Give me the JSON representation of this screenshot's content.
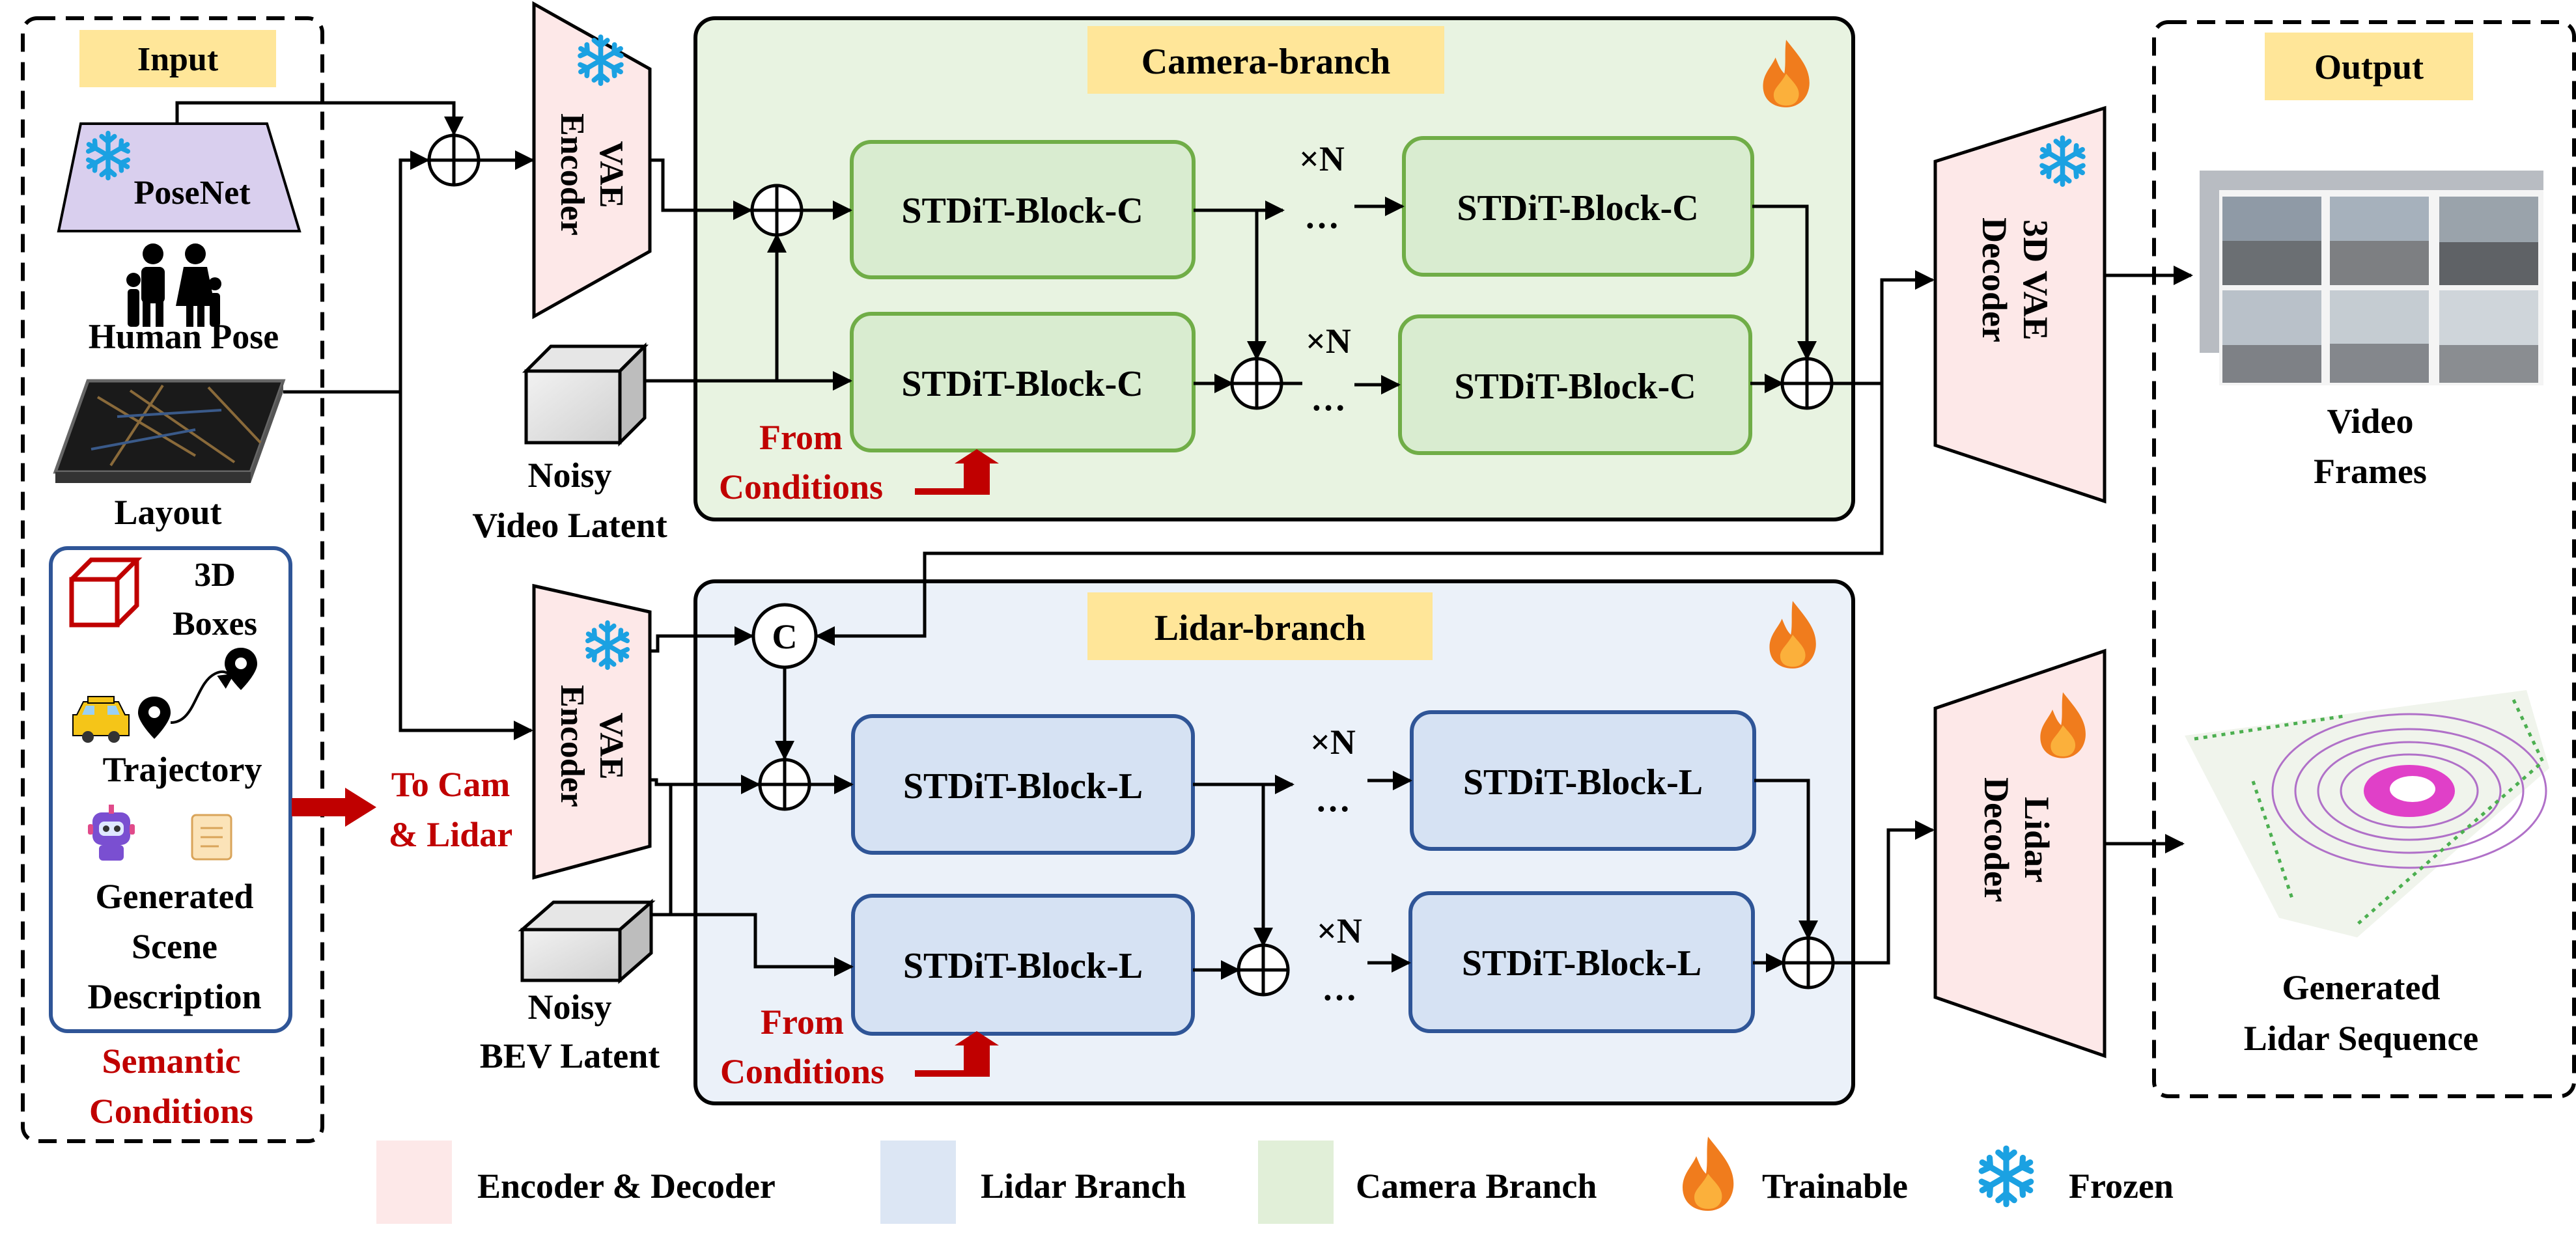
{
  "input": {
    "title": "Input",
    "posenet": "PoseNet",
    "human_pose": "Human Pose",
    "layout": "Layout",
    "boxes": [
      "3D",
      "Boxes"
    ],
    "trajectory": "Trajectory",
    "scene": [
      "Generated",
      "Scene",
      "Description"
    ],
    "semantic": [
      "Semantic",
      "Conditions"
    ],
    "to_cam": [
      "To Cam",
      "& Lidar"
    ]
  },
  "encoders": {
    "vae_encoder": [
      "VAE",
      "Encoder"
    ],
    "video_decoder": [
      "3D VAE",
      "Decoder"
    ],
    "lidar_decoder": [
      "Lidar",
      "Decoder"
    ]
  },
  "camera": {
    "title": "Camera-branch",
    "block": "STDiT-Block-C",
    "noisy": [
      "Noisy",
      "Video Latent"
    ],
    "from": [
      "From",
      "Conditions"
    ]
  },
  "lidar": {
    "title": "Lidar-branch",
    "block": "STDiT-Block-L",
    "noisy": [
      "Noisy",
      "BEV Latent"
    ],
    "from": [
      "From",
      "Conditions"
    ]
  },
  "shared": {
    "times_n": "×N",
    "dots": "…",
    "concat": "C"
  },
  "output": {
    "title": "Output",
    "video": [
      "Video",
      "Frames"
    ],
    "lidar": [
      "Generated",
      "Lidar Sequence"
    ]
  },
  "legend": {
    "encoder": "Encoder & Decoder",
    "lidar": "Lidar Branch",
    "camera": "Camera Branch",
    "trainable": "Trainable",
    "frozen": "Frozen"
  },
  "colors": {
    "encoder_fill": "#fde8e8",
    "camera_fill": "#e8f3e1",
    "camera_block": "#d9ecd0",
    "camera_border": "#70ad47",
    "lidar_fill": "#ebf1f9",
    "lidar_block": "#d6e2f3",
    "lidar_border": "#2f5597",
    "label_fill": "#ffe699",
    "red_text": "#c00000",
    "posenet_fill": "#d9cfee",
    "frozen": "#1ba1e2",
    "flame": "#f07c1d"
  }
}
